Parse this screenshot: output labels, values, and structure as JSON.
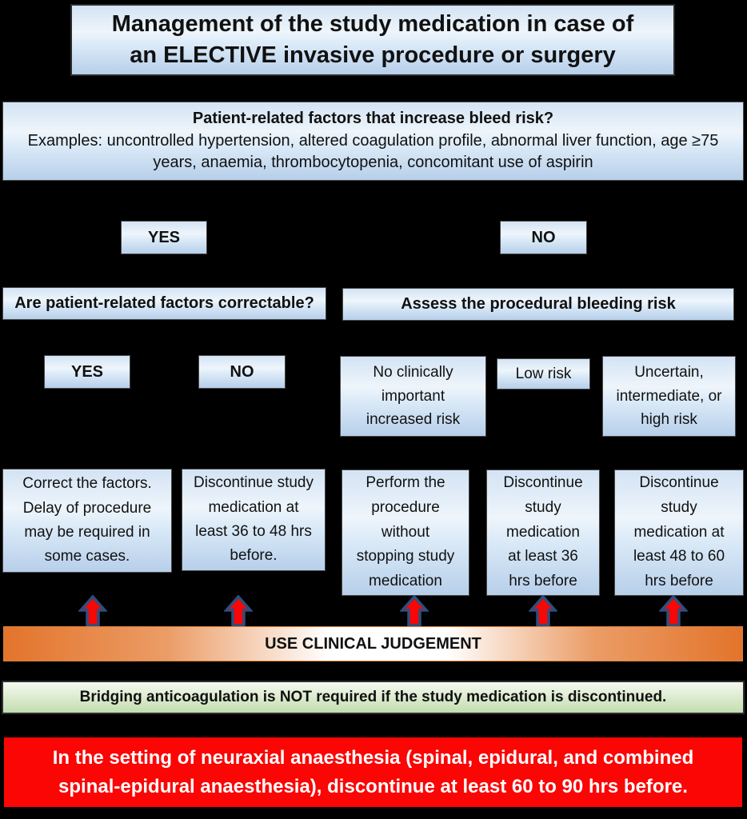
{
  "colors": {
    "background": "#000000",
    "box_gradient_top": "#d3e3f4",
    "box_gradient_bottom": "#b7cfea",
    "box_border": "#474747",
    "arrow_fill": "#f90606",
    "arrow_outline": "#2d4e7e",
    "judgement_orange": "#e3742b",
    "bridging_green": "#c2ddb0",
    "alert_red": "#fb0505",
    "alert_text": "#ffffff"
  },
  "title": "Management of the study medication in case of\nan ELECTIVE invasive procedure or surgery",
  "factors": {
    "heading": "Patient-related factors that increase bleed risk?",
    "examples": "Examples: uncontrolled hypertension, altered coagulation profile, abnormal liver function, age ≥75\nyears, anaemia, thrombocytopenia, concomitant use of aspirin"
  },
  "branch": {
    "yes": "YES",
    "no": "NO"
  },
  "questions": {
    "correctable": "Are patient-related factors correctable?",
    "assess": "Assess the procedural bleeding risk"
  },
  "sub_branch": {
    "yes": "YES",
    "no": "NO"
  },
  "risk_levels": [
    {
      "label": "No clinically\nimportant\nincreased risk"
    },
    {
      "label": "Low risk"
    },
    {
      "label": "Uncertain,\nintermediate, or\nhigh risk"
    }
  ],
  "outcomes": [
    {
      "text": "Correct the factors.\nDelay of procedure\nmay be required in\nsome cases."
    },
    {
      "text": "Discontinue study\nmedication at\nleast 36 to 48 hrs\nbefore."
    },
    {
      "text": "Perform the\nprocedure\nwithout\nstopping study\nmedication"
    },
    {
      "text": "Discontinue\nstudy\nmedication\nat least 36\nhrs before"
    },
    {
      "text": "Discontinue\nstudy\nmedication at\nleast 48 to 60\nhrs before"
    }
  ],
  "banners": {
    "judgement": "USE CLINICAL JUDGEMENT",
    "bridging": "Bridging anticoagulation is NOT required if the study medication is discontinued.",
    "neuraxial": "In the setting of neuraxial anaesthesia (spinal, epidural, and combined\nspinal-epidural anaesthesia), discontinue at least 60 to 90 hrs before."
  }
}
